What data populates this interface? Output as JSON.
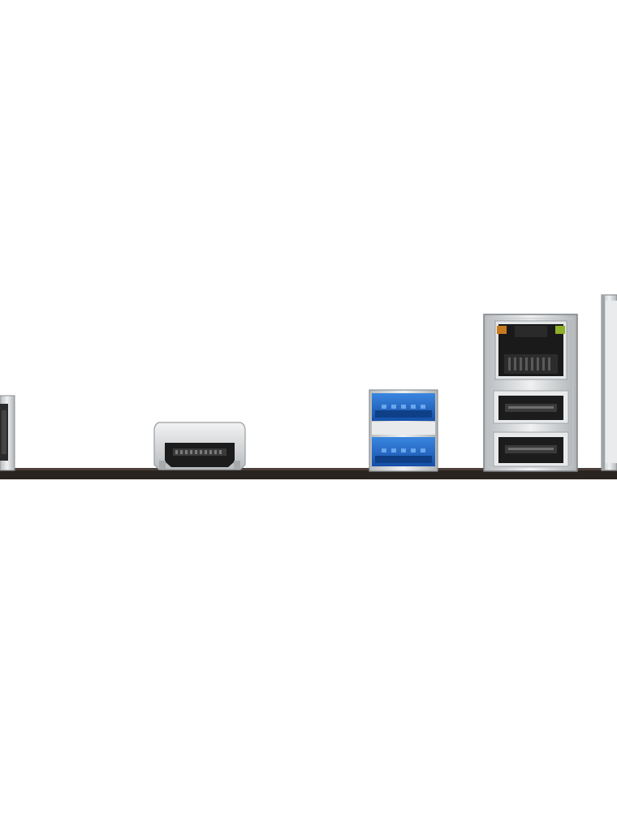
{
  "scene": {
    "background_color": "#ffffff",
    "board_edge_color": "#2a2420",
    "metal_color": "#d8dadc",
    "port_interior_color": "#1c1c1c",
    "usb3_blue": "#1e63c8",
    "led_orange": "#c87a1e",
    "led_green": "#8fae2a"
  },
  "components": [
    {
      "name": "display-connector",
      "visible": "partial"
    },
    {
      "name": "hdmi-port"
    },
    {
      "name": "usb-3-port-stack",
      "ports": 2
    },
    {
      "name": "ethernet-usb-combo",
      "usb_ports": 2
    },
    {
      "name": "audio-connector",
      "visible": "partial"
    }
  ]
}
